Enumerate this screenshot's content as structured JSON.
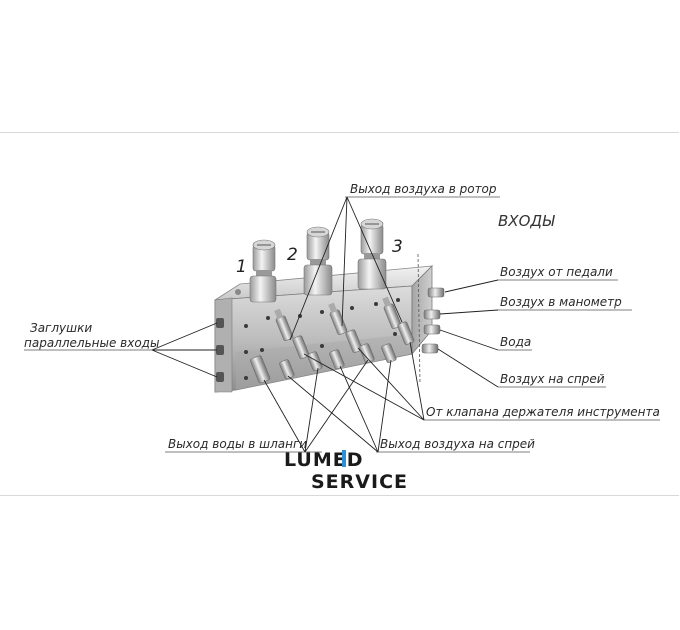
{
  "labels": {
    "inputs_header": "ВХОДЫ",
    "air_rotor": "Выход воздуха в ротор",
    "air_pedal": "Воздух от педали",
    "air_manometer": "Воздух в манометр",
    "water": "Вода",
    "air_spray_in": "Воздух на спрей",
    "instrument_valve": "От клапана держателя инструмента",
    "plugs_line1": "Заглушки",
    "plugs_line2": "параллельные входы",
    "water_hoses": "Выход воды в шланги",
    "air_spray_out": "Выход воздуха на спрей"
  },
  "numbers": [
    "1",
    "2",
    "3"
  ],
  "logo": {
    "line1": "LUMED",
    "line2": "SERVICE",
    "accent": "#2e8fd6"
  },
  "colors": {
    "metal": "#b8b8b8",
    "metal_dark": "#7a7a7a",
    "metal_light": "#e6e6e6"
  }
}
